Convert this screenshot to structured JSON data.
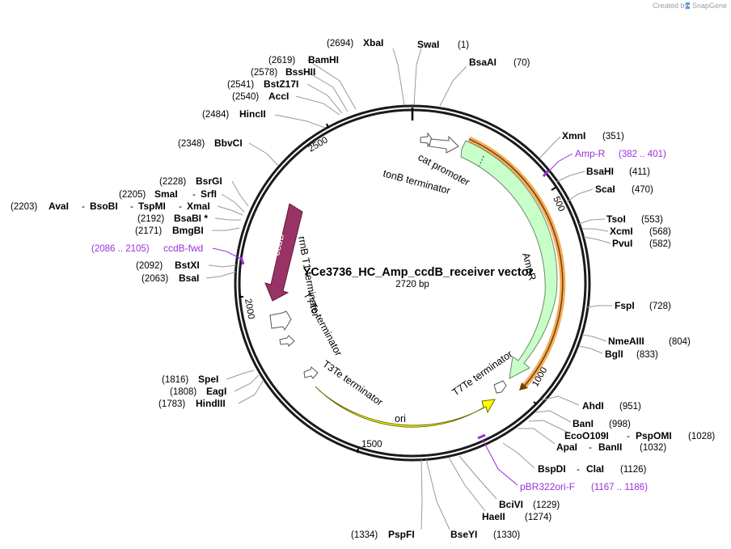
{
  "credit": {
    "prefix": "Created by",
    "brand": "SnapGene"
  },
  "map": {
    "title": "YCe3736_HC_Amp_ccdB_receiver vector",
    "size_label": "2720 bp",
    "total_bp": 2720,
    "ticks": [
      "500",
      "1000",
      "1500",
      "2000",
      "2500"
    ]
  },
  "colors": {
    "ampr": "#c8ffc8",
    "ccdb": "#993366",
    "ori": "#ffff00",
    "primer": "#9b30d9",
    "orange_highlight": "#f0a040"
  },
  "features": {
    "ccdb": "ccdB",
    "ampr": "AmpR",
    "ori": "ori",
    "cat_promoter": "cat promoter",
    "tonb_terminator": "tonB terminator",
    "rrnb_t1_terminator": "rrnB T1 terminator",
    "t7te_terminator_a": "T7Te terminator",
    "t3te_terminator": "T3Te terminator",
    "t7te_terminator_b": "T7Te terminator"
  },
  "sites": [
    {
      "id": "xbai",
      "name": "XbaI",
      "pos": "(2694)"
    },
    {
      "id": "swai",
      "name": "SwaI",
      "pos": "(1)"
    },
    {
      "id": "bsaai",
      "name": "BsaAI",
      "pos": "(70)"
    },
    {
      "id": "bamhi",
      "name": "BamHI",
      "pos": "(2619)"
    },
    {
      "id": "bsshii",
      "name": "BssHII",
      "pos": "(2578)"
    },
    {
      "id": "bstz17i",
      "name": "BstZ17I",
      "pos": "(2541)"
    },
    {
      "id": "acci",
      "name": "AccI",
      "pos": "(2540)"
    },
    {
      "id": "hincii",
      "name": "HincII",
      "pos": "(2484)"
    },
    {
      "id": "bbvci",
      "name": "BbvCI",
      "pos": "(2348)"
    },
    {
      "id": "bsrgi",
      "name": "BsrGI",
      "pos": "(2228)"
    },
    {
      "id": "smai",
      "name": "SmaI",
      "sep": "-",
      "name2": "SrfI",
      "pos": "(2205)"
    },
    {
      "id": "avai",
      "name": "AvaI",
      "sep": "-",
      "name2": "BsoBI",
      "sep2": "-",
      "name3": "TspMI",
      "sep3": "-",
      "name4": "XmaI",
      "pos": "(2203)"
    },
    {
      "id": "bsabi",
      "name": "BsaBI *",
      "pos": "(2192)"
    },
    {
      "id": "bmgbi",
      "name": "BmgBI",
      "pos": "(2171)"
    },
    {
      "id": "bstxi",
      "name": "BstXI",
      "pos": "(2092)"
    },
    {
      "id": "bsai",
      "name": "BsaI",
      "pos": "(2063)"
    },
    {
      "id": "spei",
      "name": "SpeI",
      "pos": "(1816)"
    },
    {
      "id": "eagi",
      "name": "EagI",
      "pos": "(1808)"
    },
    {
      "id": "hindiii",
      "name": "HindIII",
      "pos": "(1783)"
    },
    {
      "id": "pspfi",
      "name": "PspFI",
      "pos": "(1334)"
    },
    {
      "id": "bseyi",
      "name": "BseYI",
      "pos": "(1330)"
    },
    {
      "id": "haeii",
      "name": "HaeII",
      "pos": "(1274)"
    },
    {
      "id": "bcivi",
      "name": "BciVI",
      "pos": "(1229)"
    },
    {
      "id": "bspdi",
      "name": "BspDI",
      "sep": "-",
      "name2": "ClaI",
      "pos": "(1126)"
    },
    {
      "id": "apai",
      "name": "ApaI",
      "sep": "-",
      "name2": "BanII",
      "pos": "(1032)"
    },
    {
      "id": "ecoo109i",
      "name": "EcoO109I",
      "sep": "-",
      "name2": "PspOMI",
      "pos": "(1028)"
    },
    {
      "id": "bani",
      "name": "BanI",
      "pos": "(998)"
    },
    {
      "id": "ahdi",
      "name": "AhdI",
      "pos": "(951)"
    },
    {
      "id": "bgli",
      "name": "BglI",
      "pos": "(833)"
    },
    {
      "id": "nmeaiii",
      "name": "NmeAIII",
      "pos": "(804)"
    },
    {
      "id": "fspi",
      "name": "FspI",
      "pos": "(728)"
    },
    {
      "id": "pvui",
      "name": "PvuI",
      "pos": "(582)"
    },
    {
      "id": "xcmi",
      "name": "XcmI",
      "pos": "(568)"
    },
    {
      "id": "tsoi",
      "name": "TsoI",
      "pos": "(553)"
    },
    {
      "id": "scai",
      "name": "ScaI",
      "pos": "(470)"
    },
    {
      "id": "bsahi",
      "name": "BsaHI",
      "pos": "(411)"
    },
    {
      "id": "xmni",
      "name": "XmnI",
      "pos": "(351)"
    }
  ],
  "primers": [
    {
      "id": "ampr_primer",
      "name": "Amp-R",
      "range": "(382 .. 401)"
    },
    {
      "id": "ccdb_fwd",
      "name": "ccdB-fwd",
      "range": "(2086 .. 2105)"
    },
    {
      "id": "pbr322ori_f",
      "name": "pBR322ori-F",
      "range": "(1167 .. 1186)"
    }
  ]
}
